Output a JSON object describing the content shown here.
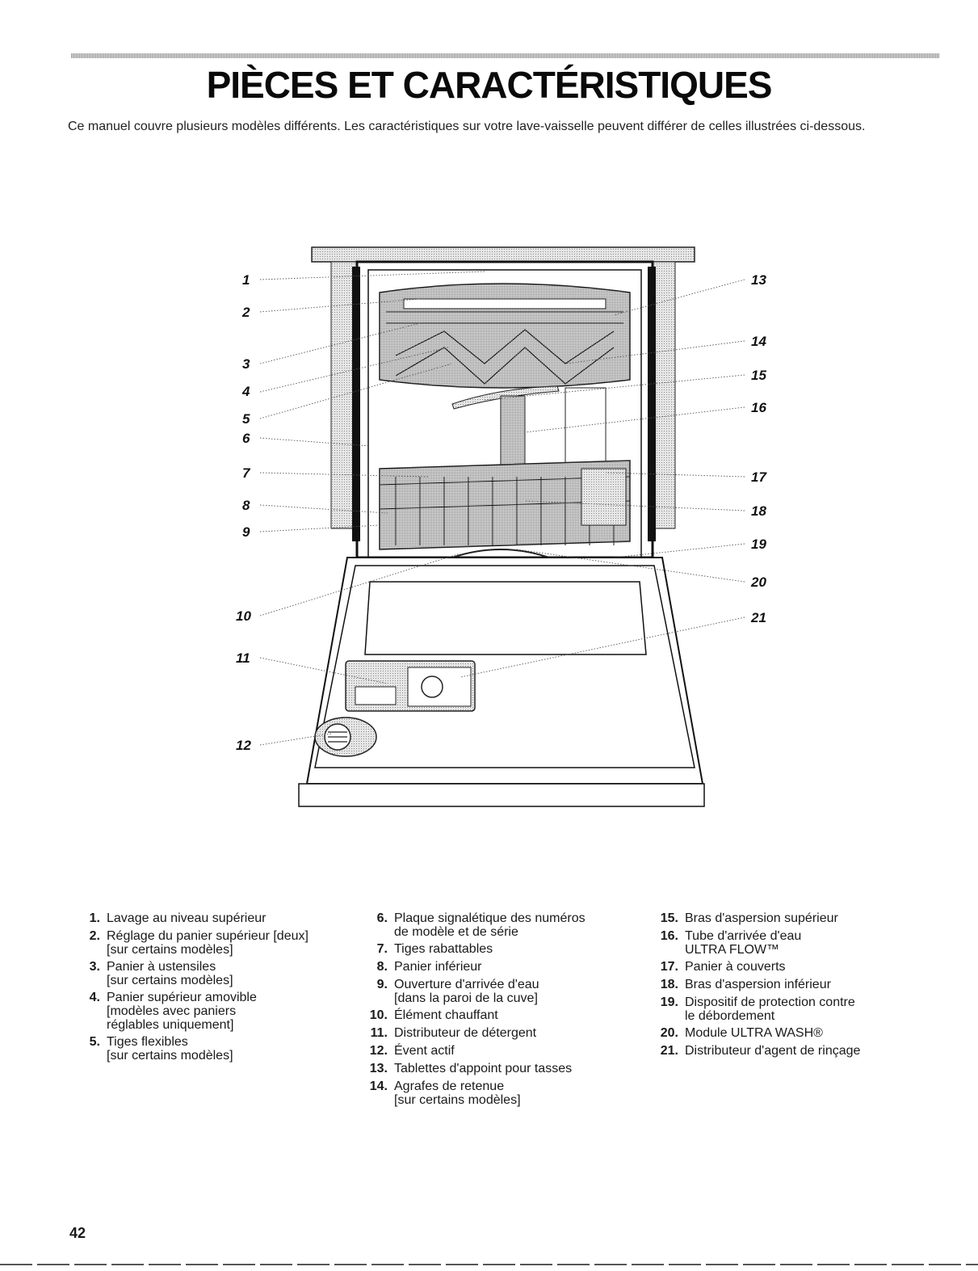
{
  "page": {
    "title": "PIÈCES ET CARACTÉRISTIQUES",
    "intro": "Ce manuel couvre plusieurs modèles différents. Les caractéristiques sur votre lave-vaisselle peuvent différer de celles illustrées ci-dessous.",
    "page_number": "42"
  },
  "diagram": {
    "callouts": [
      "1",
      "2",
      "3",
      "4",
      "5",
      "6",
      "7",
      "8",
      "9",
      "10",
      "11",
      "12",
      "13",
      "14",
      "15",
      "16",
      "17",
      "18",
      "19",
      "20",
      "21"
    ]
  },
  "legend": {
    "col1": [
      {
        "num": "1.",
        "text": "Lavage au niveau supérieur"
      },
      {
        "num": "2.",
        "text": "Réglage du panier supérieur [deux]",
        "sub": "[sur certains modèles]"
      },
      {
        "num": "3.",
        "text": "Panier à ustensiles",
        "sub": "[sur certains modèles]"
      },
      {
        "num": "4.",
        "text": "Panier supérieur amovible",
        "sub": "[modèles avec paniers",
        "sub2": "réglables uniquement]"
      },
      {
        "num": "5.",
        "text": "Tiges flexibles",
        "sub": "[sur certains modèles]"
      }
    ],
    "col2": [
      {
        "num": "6.",
        "text": "Plaque signalétique des numéros",
        "sub": "de modèle et de série"
      },
      {
        "num": "7.",
        "text": "Tiges rabattables"
      },
      {
        "num": "8.",
        "text": "Panier inférieur"
      },
      {
        "num": "9.",
        "text": "Ouverture d'arrivée d'eau",
        "sub": "[dans la paroi de la cuve]"
      },
      {
        "num": "10.",
        "text": "Élément chauffant"
      },
      {
        "num": "11.",
        "text": "Distributeur de détergent"
      },
      {
        "num": "12.",
        "text": "Évent actif"
      },
      {
        "num": "13.",
        "text": "Tablettes d'appoint pour tasses"
      },
      {
        "num": "14.",
        "text": "Agrafes de retenue",
        "sub": "[sur certains modèles]"
      }
    ],
    "col3": [
      {
        "num": "15.",
        "text": "Bras d'aspersion supérieur"
      },
      {
        "num": "16.",
        "text": "Tube d'arrivée d'eau",
        "sub": "ULTRA FLOW™"
      },
      {
        "num": "17.",
        "text": "Panier à couverts"
      },
      {
        "num": "18.",
        "text": "Bras d'aspersion inférieur"
      },
      {
        "num": "19.",
        "text": "Dispositif de protection contre",
        "sub": "le débordement"
      },
      {
        "num": "20.",
        "text": "Module ULTRA WASH®"
      },
      {
        "num": "21.",
        "text": "Distributeur d'agent de rinçage"
      }
    ]
  }
}
